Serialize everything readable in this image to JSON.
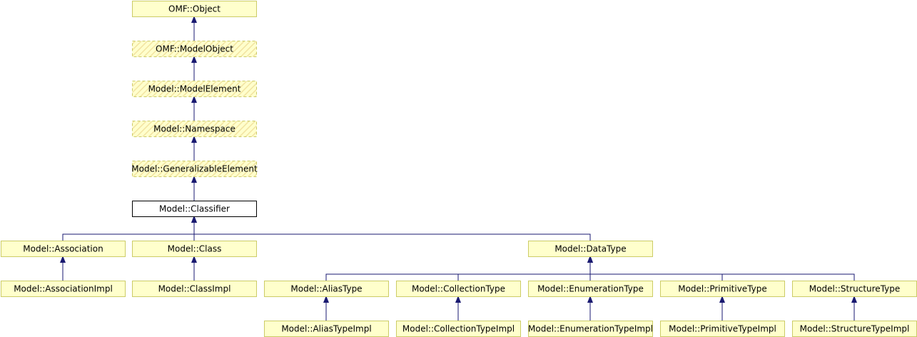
{
  "colors": {
    "node_fill": "#ffffcc",
    "current_fill": "#ffffff",
    "node_stroke": "#000000",
    "edge": "#191970",
    "hatch": "#f2e3a1",
    "dashed_stroke": "#cccc66"
  },
  "nodes": [
    {
      "id": "omf-object",
      "label": "OMF::Object",
      "style": "solid"
    },
    {
      "id": "omf-modelobject",
      "label": "OMF::ModelObject",
      "style": "dashed"
    },
    {
      "id": "model-modelelement",
      "label": "Model::ModelElement",
      "style": "dashed"
    },
    {
      "id": "model-namespace",
      "label": "Model::Namespace",
      "style": "dashed"
    },
    {
      "id": "model-generalizableelement",
      "label": "Model::GeneralizableElement",
      "style": "dashed"
    },
    {
      "id": "model-classifier",
      "label": "Model::Classifier",
      "style": "current"
    },
    {
      "id": "model-association",
      "label": "Model::Association",
      "style": "solid"
    },
    {
      "id": "model-class",
      "label": "Model::Class",
      "style": "solid"
    },
    {
      "id": "model-datatype",
      "label": "Model::DataType",
      "style": "solid"
    },
    {
      "id": "model-associationimpl",
      "label": "Model::AssociationImpl",
      "style": "solid"
    },
    {
      "id": "model-classimpl",
      "label": "Model::ClassImpl",
      "style": "solid"
    },
    {
      "id": "model-aliastype",
      "label": "Model::AliasType",
      "style": "solid"
    },
    {
      "id": "model-collectiontype",
      "label": "Model::CollectionType",
      "style": "solid"
    },
    {
      "id": "model-enumerationtype",
      "label": "Model::EnumerationType",
      "style": "solid"
    },
    {
      "id": "model-primitivetype",
      "label": "Model::PrimitiveType",
      "style": "solid"
    },
    {
      "id": "model-structuretype",
      "label": "Model::StructureType",
      "style": "solid"
    },
    {
      "id": "model-aliastypeimpl",
      "label": "Model::AliasTypeImpl",
      "style": "solid"
    },
    {
      "id": "model-collectiontypeimpl",
      "label": "Model::CollectionTypeImpl",
      "style": "solid"
    },
    {
      "id": "model-enumerationtypeimpl",
      "label": "Model::EnumerationTypeImpl",
      "style": "solid"
    },
    {
      "id": "model-primitivetypeimpl",
      "label": "Model::PrimitiveTypeImpl",
      "style": "solid"
    },
    {
      "id": "model-structuretypeimpl",
      "label": "Model::StructureTypeImpl",
      "style": "solid"
    }
  ],
  "edges": [
    {
      "from": "omf-modelobject",
      "to": "omf-object"
    },
    {
      "from": "model-modelelement",
      "to": "omf-modelobject"
    },
    {
      "from": "model-namespace",
      "to": "model-modelelement"
    },
    {
      "from": "model-generalizableelement",
      "to": "model-namespace"
    },
    {
      "from": "model-classifier",
      "to": "model-generalizableelement"
    },
    {
      "from": "model-association",
      "to": "model-classifier"
    },
    {
      "from": "model-class",
      "to": "model-classifier"
    },
    {
      "from": "model-datatype",
      "to": "model-classifier"
    },
    {
      "from": "model-associationimpl",
      "to": "model-association"
    },
    {
      "from": "model-classimpl",
      "to": "model-class"
    },
    {
      "from": "model-aliastype",
      "to": "model-datatype"
    },
    {
      "from": "model-collectiontype",
      "to": "model-datatype"
    },
    {
      "from": "model-enumerationtype",
      "to": "model-datatype"
    },
    {
      "from": "model-primitivetype",
      "to": "model-datatype"
    },
    {
      "from": "model-structuretype",
      "to": "model-datatype"
    },
    {
      "from": "model-aliastypeimpl",
      "to": "model-aliastype"
    },
    {
      "from": "model-collectiontypeimpl",
      "to": "model-collectiontype"
    },
    {
      "from": "model-enumerationtypeimpl",
      "to": "model-enumerationtype"
    },
    {
      "from": "model-primitivetypeimpl",
      "to": "model-primitivetype"
    },
    {
      "from": "model-structuretypeimpl",
      "to": "model-structuretype"
    }
  ]
}
